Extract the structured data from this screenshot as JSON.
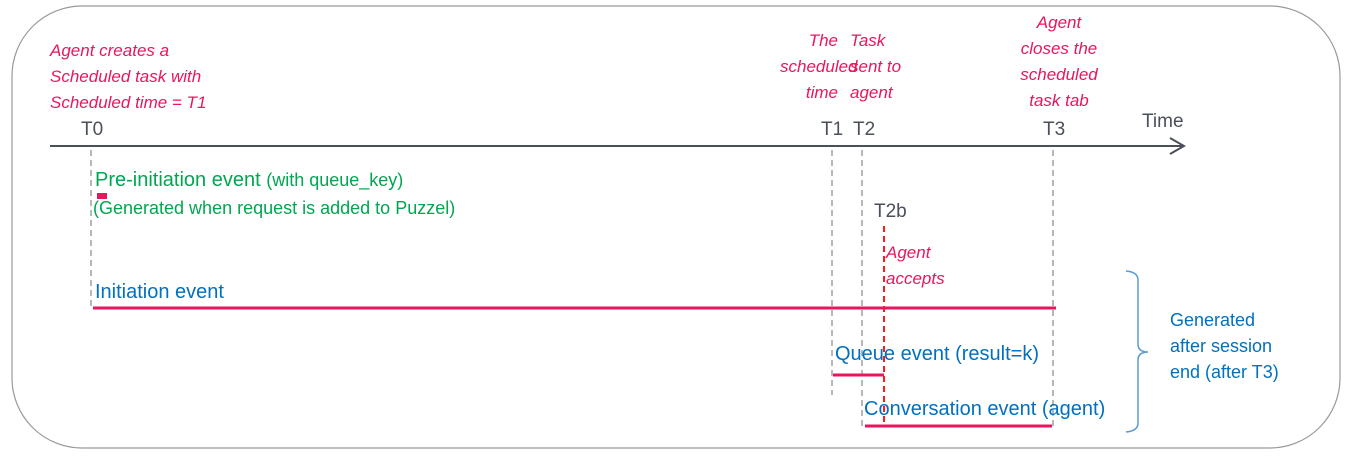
{
  "colors": {
    "accent": "#e8175d",
    "green": "#00a651",
    "blue": "#0070c0",
    "axis": "#4a4f5a"
  },
  "axis": {
    "label": "Time",
    "ticks": [
      "T0",
      "T1",
      "T2",
      "T3",
      "T2b"
    ]
  },
  "notes": {
    "t0": [
      "Agent creates a",
      "Scheduled task with",
      "Scheduled time = T1"
    ],
    "t1": [
      "The",
      "scheduled",
      "time"
    ],
    "t2": [
      "Task",
      "sent to",
      "agent"
    ],
    "t3": [
      "Agent",
      "closes the",
      "scheduled",
      "task tab"
    ],
    "t2b": [
      "Agent",
      "accepts"
    ]
  },
  "events": {
    "pre_initiation": "Pre-initiation event",
    "pre_initiation_suffix": "(with queue_key)",
    "pre_initiation_note": "(Generated when request is added to Puzzel)",
    "initiation": "Initiation event",
    "queue": "Queue event (result=k)",
    "conversation": "Conversation event (agent)"
  },
  "brace_note": [
    "Generated",
    "after session",
    "end (after T3)"
  ]
}
